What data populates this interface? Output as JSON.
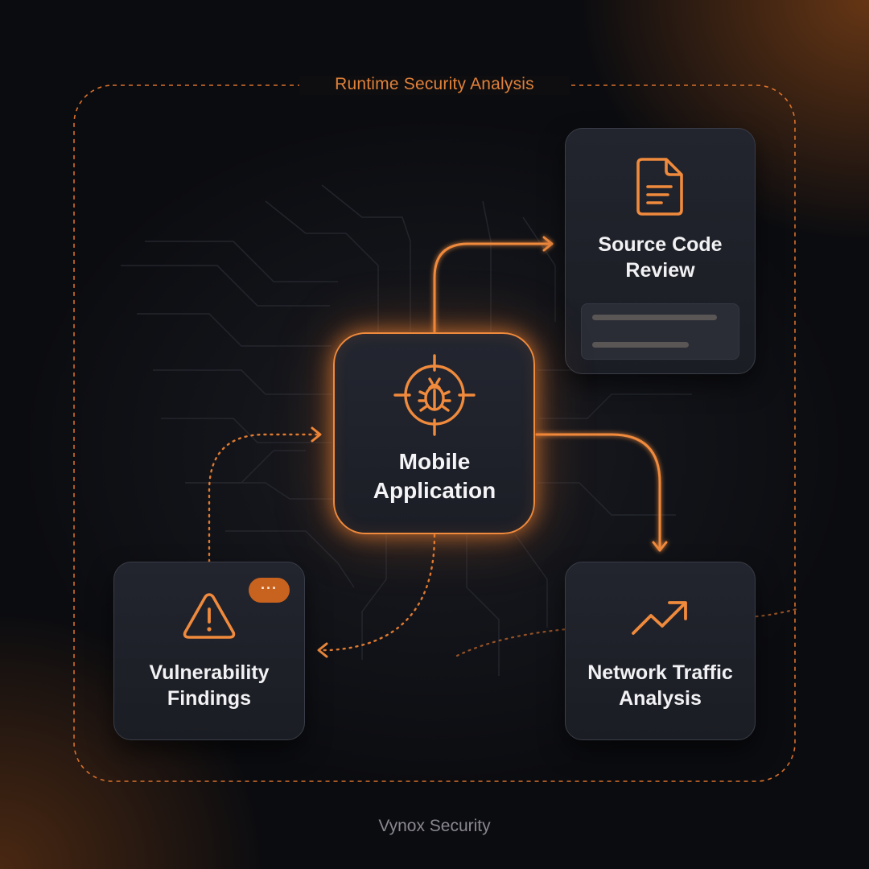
{
  "diagram": {
    "frame_title": "Runtime Security Analysis",
    "center_node": {
      "title_line1": "Mobile",
      "title_line2": "Application",
      "icon": "bug-target-icon"
    },
    "nodes": {
      "source_code": {
        "title_line1": "Source Code",
        "title_line2": "Review",
        "icon": "document-icon"
      },
      "vulnerability": {
        "title_line1": "Vulnerability",
        "title_line2": "Findings",
        "icon": "warning-triangle-icon",
        "badge": "···"
      },
      "network": {
        "title_line1": "Network Traffic",
        "title_line2": "Analysis",
        "icon": "trend-up-icon"
      }
    },
    "footer_brand": "Vynox Security"
  },
  "colors": {
    "accent": "#f08a3c",
    "background": "#0b0c10",
    "card": "#1f2129",
    "text": "#f2f2f4",
    "muted": "#8a8790"
  }
}
